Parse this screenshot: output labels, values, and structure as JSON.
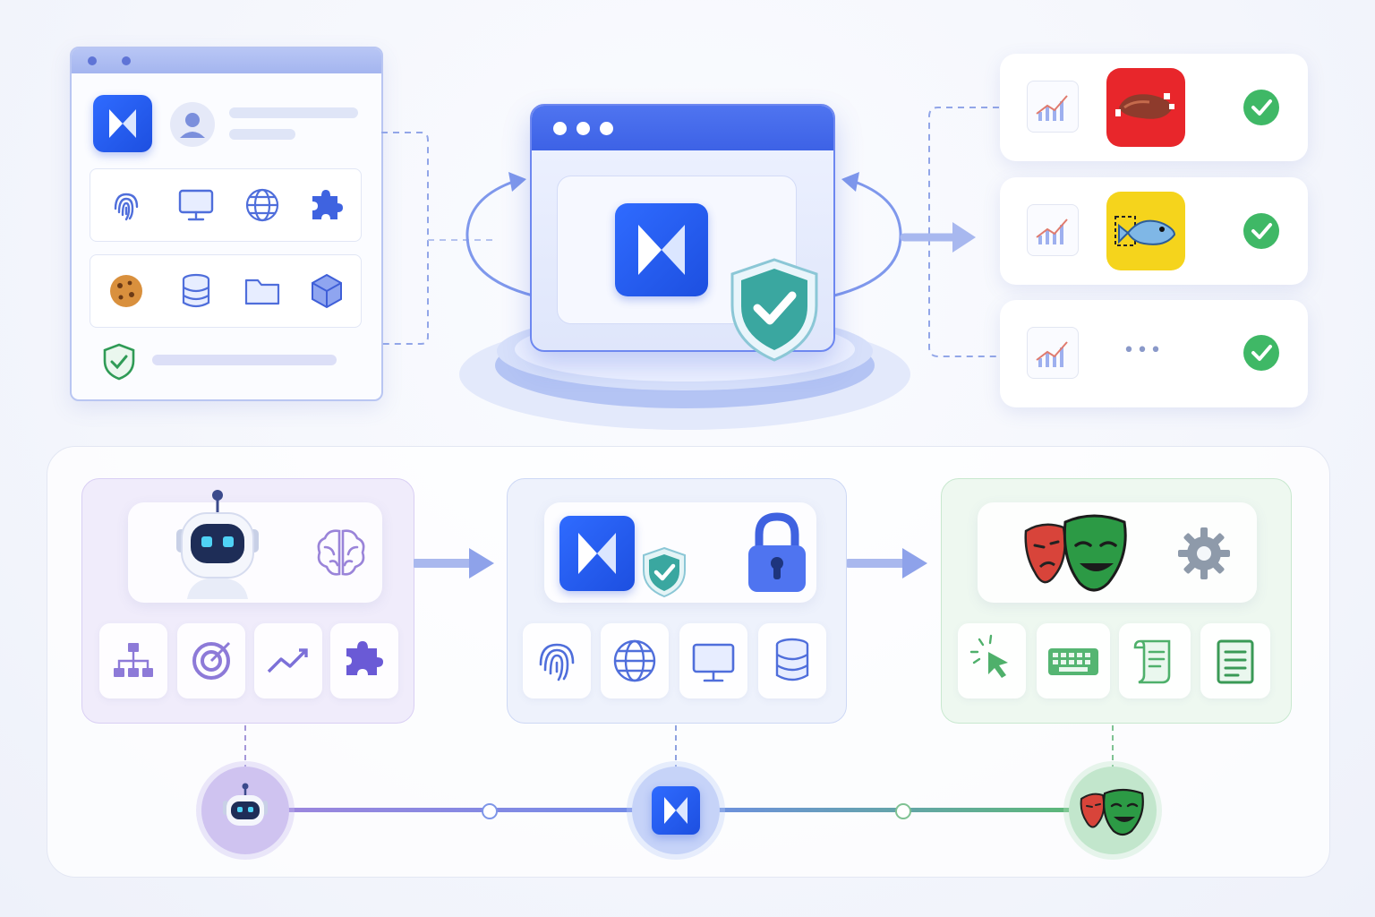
{
  "colors": {
    "brand_blue": "#2f6bff",
    "accent_purple": "#8f7ce0",
    "accent_green": "#3fb866",
    "shield_teal": "#3aa7a0",
    "app_red": "#e8262b",
    "app_yellow": "#f5d41c"
  },
  "profile_panel": {
    "icons": [
      "logo-icon",
      "user-avatar-icon",
      "fingerprint-icon",
      "monitor-icon",
      "globe-icon",
      "puzzle-icon",
      "cookie-icon",
      "database-icon",
      "folder-icon",
      "cube-icon",
      "shield-check-icon"
    ]
  },
  "center": {
    "icons": [
      "logo-icon",
      "shield-check-icon",
      "refresh-arrow-icon"
    ]
  },
  "results": [
    {
      "app": "red-app-icon",
      "status": "check-icon"
    },
    {
      "app": "yellow-app-icon",
      "status": "check-icon"
    },
    {
      "app": "more-icon",
      "more_label": "•••",
      "status": "check-icon"
    }
  ],
  "pipeline": {
    "stages": [
      {
        "name": "agent",
        "icons": [
          "robot-icon",
          "brain-icon",
          "hierarchy-icon",
          "target-icon",
          "trend-icon",
          "puzzle-icon"
        ]
      },
      {
        "name": "browser",
        "icons": [
          "logo-icon",
          "shield-check-icon",
          "lock-icon",
          "fingerprint-icon",
          "globe-icon",
          "monitor-icon",
          "database-icon"
        ]
      },
      {
        "name": "automation",
        "icons": [
          "theater-masks-icon",
          "gear-icon",
          "cursor-click-icon",
          "keyboard-icon",
          "script-icon",
          "document-icon"
        ]
      }
    ]
  }
}
